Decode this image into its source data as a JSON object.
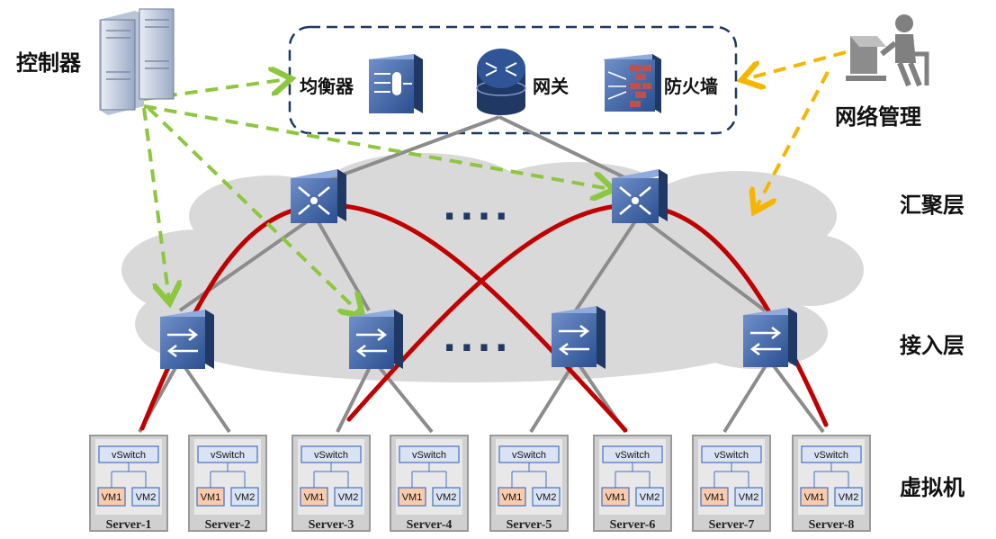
{
  "labels": {
    "controller": "控制器",
    "balancer": "均衡器",
    "gateway": "网关",
    "firewall": "防火墙",
    "network_mgmt": "网络管理",
    "aggregation_layer": "汇聚层",
    "access_layer": "接入层",
    "vm_layer": "虚拟机",
    "ellipsis_upper": "....",
    "ellipsis_lower": "...."
  },
  "servers": [
    {
      "name": "Server-1",
      "vswitch": "vSwitch",
      "vm1": "VM1",
      "vm2": "VM2"
    },
    {
      "name": "Server-2",
      "vswitch": "vSwitch",
      "vm1": "VM1",
      "vm2": "VM2"
    },
    {
      "name": "Server-3",
      "vswitch": "vSwitch",
      "vm1": "VM1",
      "vm2": "VM2"
    },
    {
      "name": "Server-4",
      "vswitch": "vSwitch",
      "vm1": "VM1",
      "vm2": "VM2"
    },
    {
      "name": "Server-5",
      "vswitch": "vSwitch",
      "vm1": "VM1",
      "vm2": "VM2"
    },
    {
      "name": "Server-6",
      "vswitch": "vSwitch",
      "vm1": "VM1",
      "vm2": "VM2"
    },
    {
      "name": "Server-7",
      "vswitch": "vSwitch",
      "vm1": "VM1",
      "vm2": "VM2"
    },
    {
      "name": "Server-8",
      "vswitch": "vSwitch",
      "vm1": "VM1",
      "vm2": "VM2"
    }
  ],
  "colors": {
    "control_arrow": "#8dc63f",
    "mgmt_arrow": "#f7b500",
    "vm_path": "#c00000",
    "link_gray": "#8c8c8c",
    "cloud": "#d9d9d9",
    "switch_blue": "#2f5597"
  }
}
